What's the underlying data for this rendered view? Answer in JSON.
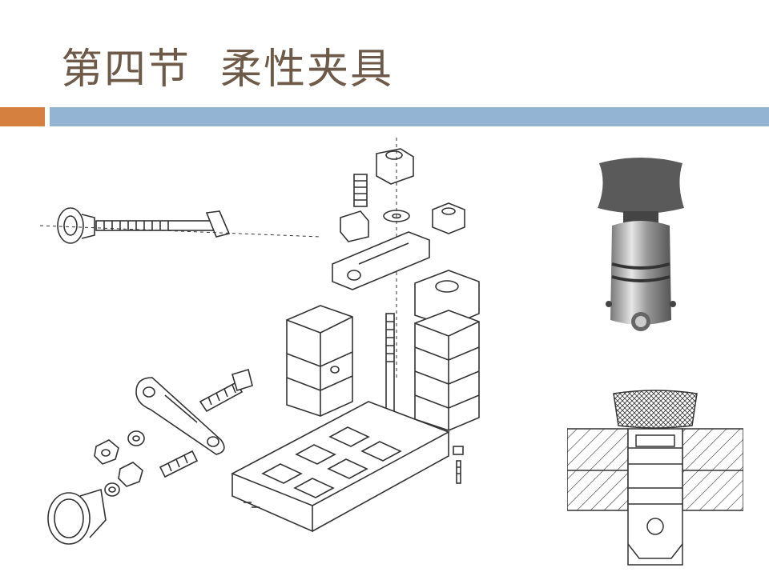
{
  "slide": {
    "title": "第四节  柔性夹具"
  },
  "figures": {
    "exploded_view": {
      "icon": "exploded-fixture-assembly-drawing"
    },
    "photo": {
      "icon": "locating-pin-photo"
    },
    "section": {
      "icon": "locating-pin-section-drawing"
    }
  },
  "colors": {
    "title": "#6e5a48",
    "accent_orange": "#d5803e",
    "accent_blue": "#94b4d3",
    "line": "#333333"
  }
}
